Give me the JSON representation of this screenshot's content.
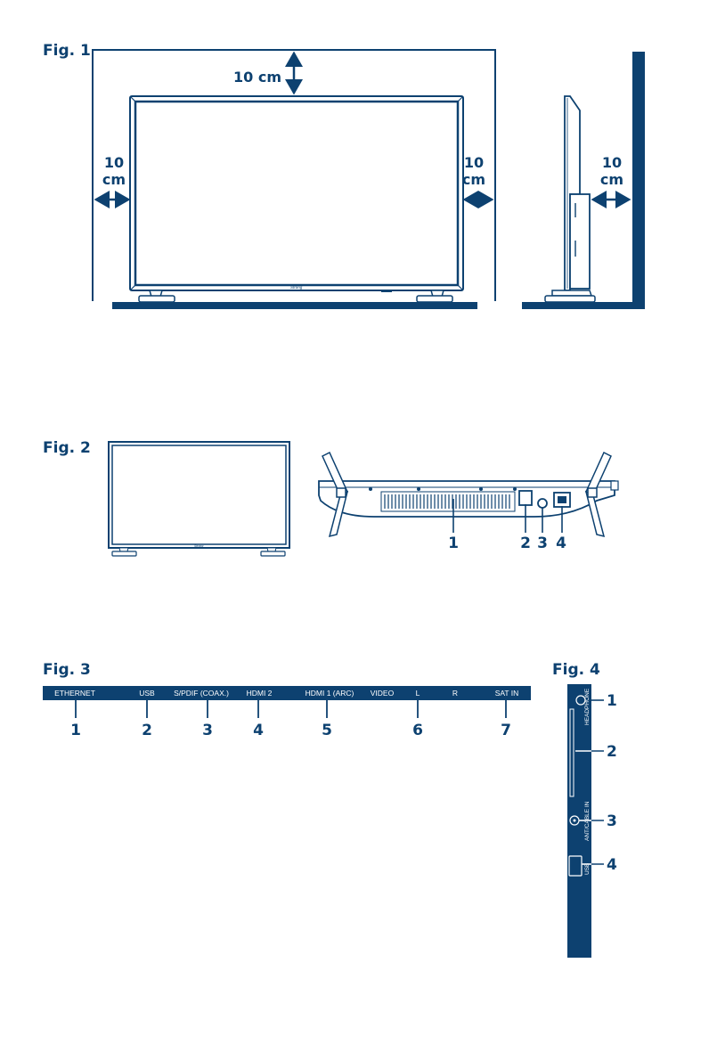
{
  "colors": {
    "primary": "#0d4170",
    "background": "#ffffff",
    "screen": "#ffffff"
  },
  "fig1": {
    "label": "Fig. 1",
    "clearance_top": "10 cm",
    "clearance_left_value": "10",
    "clearance_left_unit": "cm",
    "clearance_right_value": "10",
    "clearance_right_unit": "cm",
    "clearance_wall_value": "10",
    "clearance_wall_unit": "cm",
    "brand": "Strong"
  },
  "fig2": {
    "label": "Fig. 2",
    "brand": "Strong",
    "callouts": [
      "1",
      "2",
      "3",
      "4"
    ]
  },
  "fig3": {
    "label": "Fig. 3",
    "ports": [
      "ETHERNET",
      "USB",
      "S/PDIF (COAX.)",
      "HDMI 2",
      "HDMI 1 (ARC)",
      "VIDEO",
      "L",
      "R",
      "SAT IN"
    ],
    "callouts": [
      "1",
      "2",
      "3",
      "4",
      "5",
      "6",
      "7"
    ]
  },
  "fig4": {
    "label": "Fig. 4",
    "ports": [
      "HEADPHONE",
      "ANT/CABLE IN",
      "USB"
    ],
    "callouts": [
      "1",
      "2",
      "3",
      "4"
    ]
  }
}
